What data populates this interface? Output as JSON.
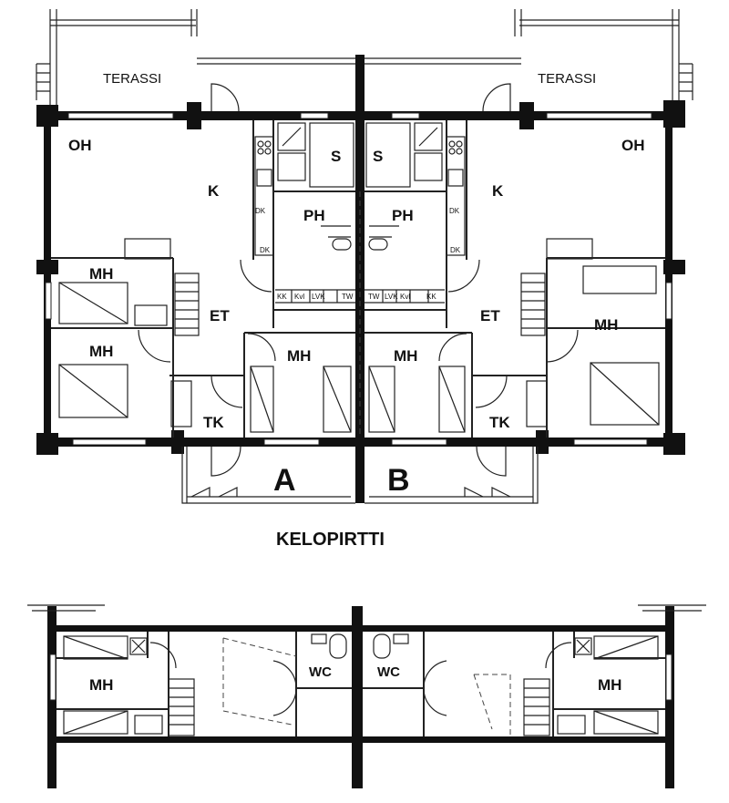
{
  "labels": {
    "terrace": "TERASSI",
    "oh": "OH",
    "k": "K",
    "s": "S",
    "ph": "PH",
    "mh": "MH",
    "et": "ET",
    "tk": "TK",
    "a": "A",
    "b": "B",
    "wc": "WC",
    "title": "KELOPIRTTI",
    "dk": "DK",
    "kk": "KK",
    "kvl": "Kvl",
    "lvk": "LVK",
    "tw": "TW"
  }
}
